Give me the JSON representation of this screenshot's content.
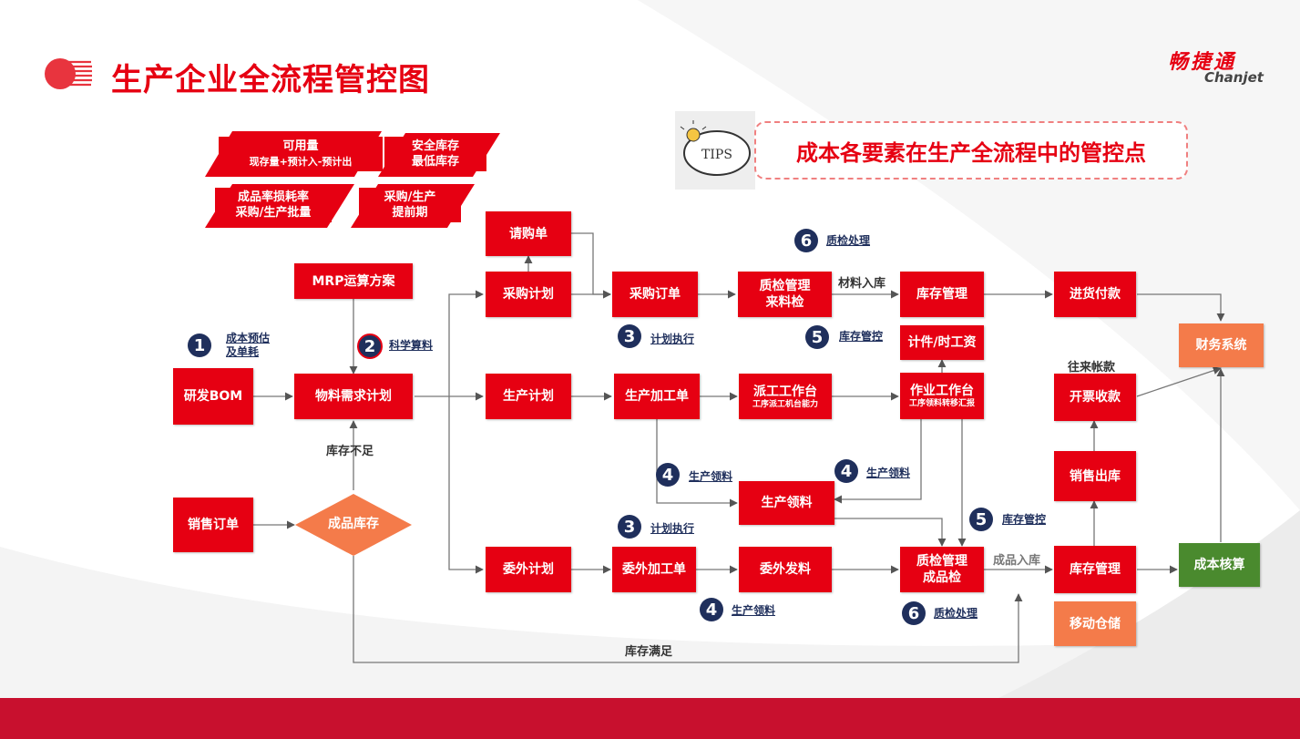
{
  "title": "生产企业全流程管控图",
  "logo": {
    "cn": "畅捷通",
    "en": "Chanjet"
  },
  "tips": {
    "icon_label": "TIPS",
    "banner": "成本各要素在生产全流程中的管控点"
  },
  "params": [
    {
      "line1": "可用量",
      "line2": "现存量+预计入-预计出"
    },
    {
      "line1": "安全库存",
      "line2": "最低库存"
    },
    {
      "line1": "成品率损耗率",
      "line2": "采购/生产批量"
    },
    {
      "line1": "采购/生产",
      "line2": "提前期"
    }
  ],
  "boxes": {
    "rd_bom": "研发BOM",
    "mrp_plan": "MRP运算方案",
    "mrp": "物料需求计划",
    "sales_order": "销售订单",
    "finished_stock": "成品库存",
    "requisition": "请购单",
    "purchase_plan": "采购计划",
    "production_plan": "生产计划",
    "outsource_plan": "委外计划",
    "purchase_order": "采购订单",
    "production_order": "生产加工单",
    "outsource_order": "委外加工单",
    "incoming_qc": {
      "line1": "质检管理",
      "line2": "来料检"
    },
    "dispatch": {
      "line1": "派工工作台",
      "line2": "工序派工机台能力"
    },
    "production_issue": "生产领料",
    "outsource_issue": "委外发料",
    "inventory_top": "库存管理",
    "piece_wage": "计件/时工资",
    "work_bench": {
      "line1": "作业工作台",
      "line2": "工序领料转移汇报"
    },
    "finished_qc": {
      "line1": "质检管理",
      "line2": "成品检"
    },
    "payment": "进货付款",
    "invoice": "开票收款",
    "sales_out": "销售出库",
    "inventory_bottom": "库存管理",
    "mobile_wms": "移动仓储",
    "finance": "财务系统",
    "cost_accounting": "成本核算"
  },
  "badges": [
    {
      "num": "1",
      "label": "成本预估\n及单耗"
    },
    {
      "num": "2",
      "label": "科学算料"
    },
    {
      "num": "6",
      "label": "质检处理"
    },
    {
      "num": "3",
      "label": "计划执行"
    },
    {
      "num": "5",
      "label": "库存管控"
    },
    {
      "num": "4",
      "label": "生产领料"
    },
    {
      "num": "4",
      "label": "生产领料"
    },
    {
      "num": "3",
      "label": "计划执行"
    },
    {
      "num": "5",
      "label": "库存管控"
    },
    {
      "num": "4",
      "label": "生产领料"
    },
    {
      "num": "6",
      "label": "质检处理"
    }
  ],
  "edge_labels": {
    "stock_short": "库存不足",
    "stock_ok": "库存满足",
    "material_in": "材料入库",
    "product_in": "成品入库",
    "ar_ap": "往来帐款"
  },
  "colors": {
    "red": "#e60012",
    "orange": "#f47b4a",
    "green": "#4a8a2e",
    "navy": "#1f2f5c"
  }
}
